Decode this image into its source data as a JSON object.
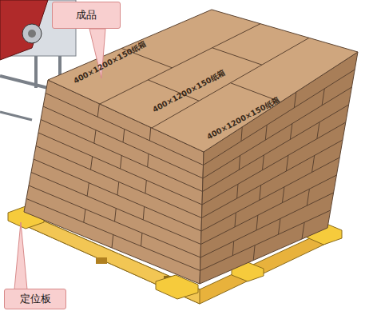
{
  "diagram": {
    "nodes": [
      {
        "text": [
          "成品"
        ]
      },
      {
        "text": [
          "定位板"
        ]
      }
    ],
    "labels": [
      "400×1200×150纸箱",
      "400×1200×150纸箱",
      "400×1200×150纸箱"
    ]
  }
}
